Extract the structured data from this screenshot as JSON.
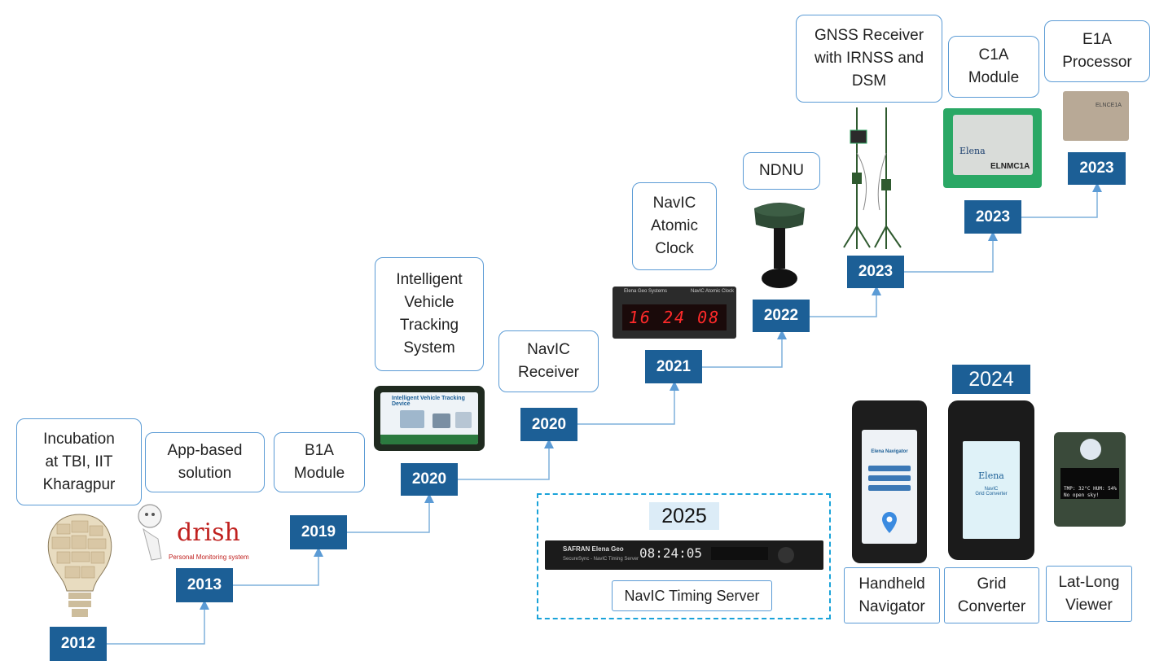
{
  "years": {
    "y2012": "2012",
    "y2013": "2013",
    "y2019": "2019",
    "y2020a": "2020",
    "y2020b": "2020",
    "y2021": "2021",
    "y2022": "2022",
    "y2023a": "2023",
    "y2023b": "2023",
    "y2023c": "2023",
    "y2024": "2024",
    "y2025": "2025"
  },
  "milestones": {
    "incubation": "Incubation\nat TBI, IIT\nKharagpur",
    "app_based": "App-based\nsolution",
    "b1a": "B1A\nModule",
    "ivts": "Intelligent\nVehicle\nTracking\nSystem",
    "navic_receiver": "NavIC\nReceiver",
    "navic_clock": "NavIC\nAtomic\nClock",
    "ndnu": "NDNU",
    "gnss": "GNSS Receiver\nwith IRNSS and\nDSM",
    "c1a": "C1A\nModule",
    "e1a": "E1A\nProcessor",
    "timing_server": "NavIC Timing Server",
    "handheld": "Handheld\nNavigator",
    "grid": "Grid\nConverter",
    "latlong": "Lat-Long\nViewer"
  },
  "product_text": {
    "drish_logo": "drish",
    "drish_tagline": "Personal Monitoring system",
    "ivts_device": "Intelligent Vehicle Tracking Device",
    "clock_brand": "Elena Geo Systems",
    "clock_model": "NavIC Atomic Clock",
    "clock_time": "16 24 08",
    "c1a_brand": "Elena",
    "c1a_model": "ELNMC1A",
    "e1a_model": "ELNCE1A",
    "server_brand": "SAFRAN  Elena Geo",
    "server_model": "SecureSync - NavIC Timing Server",
    "server_time": "08:24:05",
    "handheld_title": "Elena Navigator",
    "grid_brand": "Elena",
    "grid_title": "NavIC\nGrid Converter",
    "latlong_line1": "TMP: 32°C  HUM: 54%",
    "latlong_line2": "No open sky!"
  },
  "colors": {
    "year_fill": "#1c5f96",
    "callout_border": "#5b9bd5",
    "dashed_border": "#1aa3d9",
    "year_2025_fill": "#dcecf7"
  }
}
